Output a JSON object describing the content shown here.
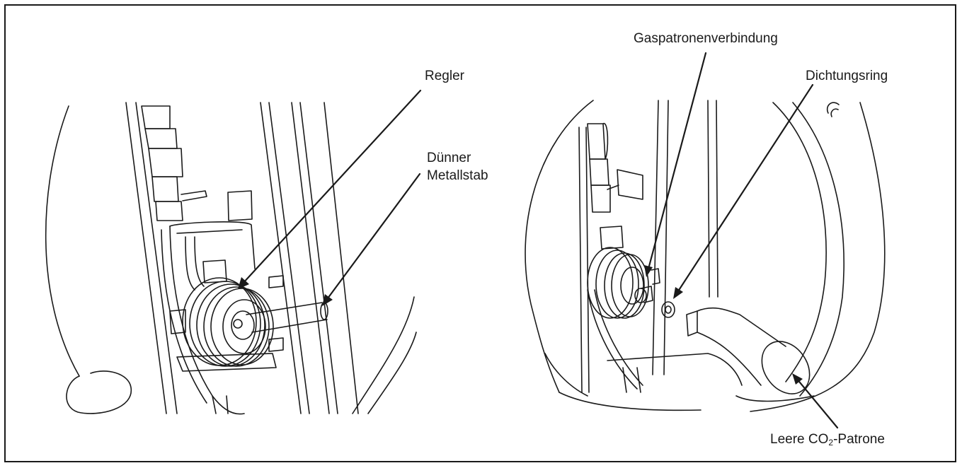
{
  "labels": {
    "regler": "Regler",
    "duenner_line1": "Dünner",
    "duenner_line2": "Metallstab",
    "gaspatronen": "Gaspatronenverbindung",
    "dichtungsring": "Dichtungsring",
    "leere_prefix": "Leere CO",
    "leere_sub": "2",
    "leere_suffix": "-Patrone"
  },
  "colors": {
    "line": "#1a1a1a",
    "background": "#ffffff"
  }
}
